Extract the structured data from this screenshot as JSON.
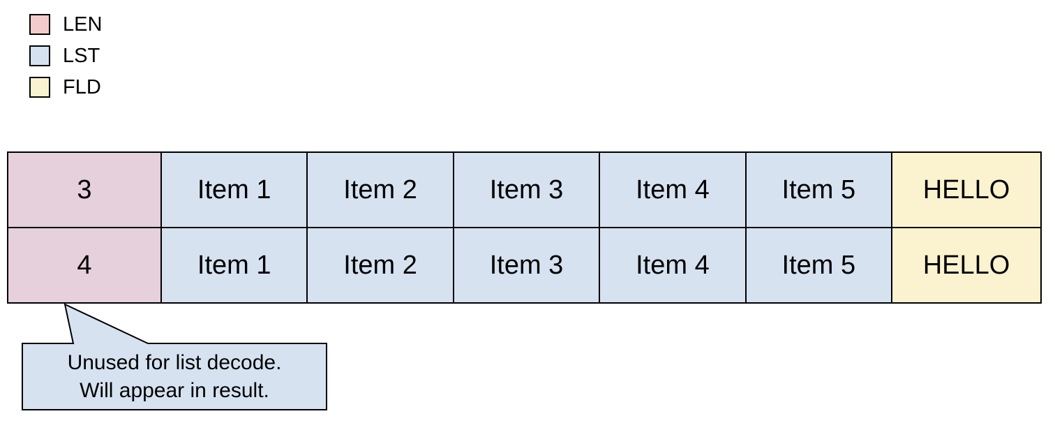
{
  "legend": {
    "items": [
      {
        "label": "LEN",
        "color": "#f3cbcc"
      },
      {
        "label": "LST",
        "color": "#d6e2f0"
      },
      {
        "label": "FLD",
        "color": "#fbf2cf"
      }
    ]
  },
  "table": {
    "rows": [
      {
        "len": "3",
        "items": [
          "Item 1",
          "Item 2",
          "Item 3",
          "Item 4",
          "Item 5"
        ],
        "field": "HELLO"
      },
      {
        "len": "4",
        "items": [
          "Item 1",
          "Item 2",
          "Item 3",
          "Item 4",
          "Item 5"
        ],
        "field": "HELLO"
      }
    ]
  },
  "callout": {
    "line1": "Unused for list decode.",
    "line2": "Will appear in result."
  },
  "colors": {
    "len_legend": "#f3cbcc",
    "len_cell": "#e5d0dc",
    "lst": "#d6e2f0",
    "fld": "#fbf2cf",
    "border": "#000000",
    "text": "#000000"
  }
}
